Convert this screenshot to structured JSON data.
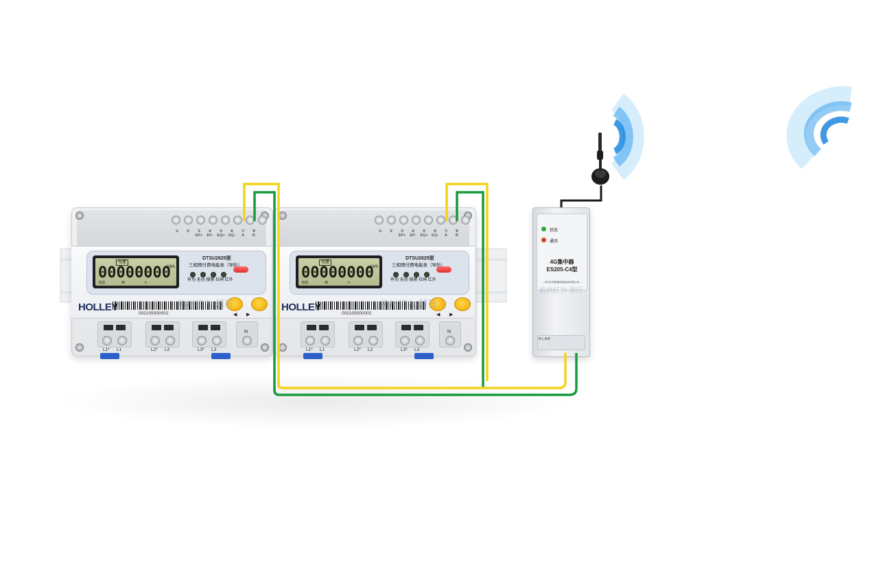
{
  "meters": [
    {
      "model": "DTSU2625型",
      "description": "三相预付费电能表（导轨）",
      "lcd_top": "电量",
      "lcd_reading": "00000000",
      "lcd_unit": "kWh",
      "lcd_labels": [
        "当前",
        "用",
        "h"
      ],
      "led_labels": "有功 无功 报警 拉闸    红外",
      "brand": "HOLLEY",
      "serial": "002105000002",
      "top_terminal_numbers": [
        "①",
        "②",
        "③",
        "④",
        "⑤",
        "⑥",
        "⑦",
        "⑧"
      ],
      "top_terminal_labels": [
        "",
        "",
        "EP+",
        "EP-",
        "EQ+",
        "EQ-",
        "A",
        "B"
      ],
      "bottom_labels": [
        "L1*",
        "L1",
        "L2*",
        "L2",
        "L3*",
        "L3",
        "N"
      ],
      "arrow_left": "◀",
      "arrow_right": "▶"
    },
    {
      "model": "DTSU2625型",
      "description": "三相预付费电能表（导轨）",
      "lcd_top": "电量",
      "lcd_reading": "00000000",
      "lcd_unit": "kWh",
      "lcd_labels": [
        "当前",
        "用",
        "h"
      ],
      "led_labels": "有功 无功 报警 拉闸    红外",
      "brand": "HOLLEY",
      "serial": "002105000002",
      "top_terminal_numbers": [
        "①",
        "②",
        "③",
        "④",
        "⑤",
        "⑥",
        "⑦",
        "⑧"
      ],
      "top_terminal_labels": [
        "",
        "",
        "EP+",
        "EP-",
        "EQ+",
        "EQ-",
        "A",
        "B"
      ],
      "bottom_labels": [
        "L1*",
        "L1",
        "L2*",
        "L2",
        "L3*",
        "L3",
        "N"
      ],
      "arrow_left": "◀",
      "arrow_right": "▶"
    }
  ],
  "concentrator": {
    "status_label": "状态",
    "comm_label": "通讯",
    "name": "4G集中器",
    "model": "ES205-C4型",
    "company": "— 杭州红亮数据电能技术有限公司 —",
    "terminal_label": "N  L  A  B",
    "status_led_color": "#2faa3a",
    "comm_led_color": "#d7402c"
  },
  "watermark": "杭州红力·慧行",
  "colors": {
    "wire_yellow": "#f2d31a",
    "wire_green": "#179a3c",
    "signal_blue": "#4aa8ee",
    "brand_navy": "#1e2e5a"
  },
  "icons": [
    "antenna-icon",
    "signal-waves-icon"
  ]
}
